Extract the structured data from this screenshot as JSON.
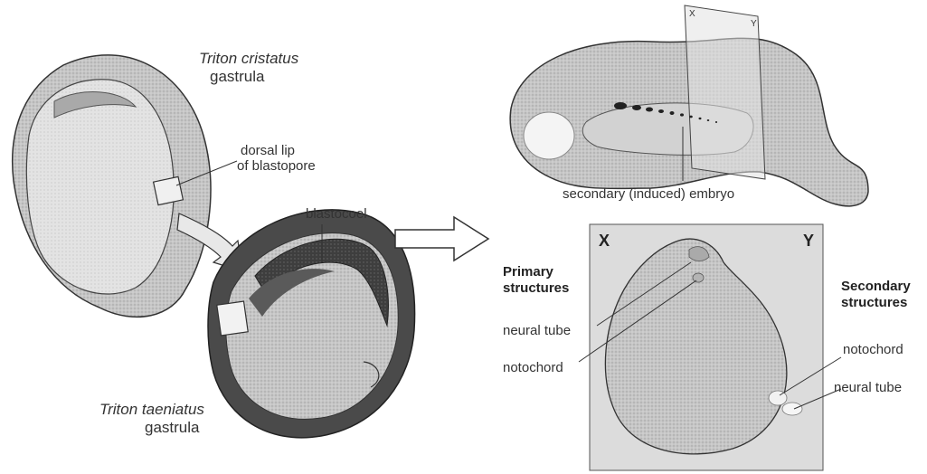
{
  "left_panel": {
    "top_gastrula": {
      "species": "Triton cristatus",
      "stage": "gastrula"
    },
    "graft_source_label": {
      "line1": "dorsal lip",
      "line2": "of blastopore"
    },
    "host_cavity_label": "blastocoel",
    "bottom_gastrula": {
      "species": "Triton taeniatus",
      "stage": "gastrula"
    }
  },
  "right_panel": {
    "embryo_label": "secondary (induced) embryo",
    "section_plane": {
      "left_letter": "X",
      "right_letter": "Y"
    },
    "cross_section": {
      "left_letter": "X",
      "right_letter": "Y",
      "primary": {
        "heading_line1": "Primary",
        "heading_line2": "structures",
        "neural_tube": "neural tube",
        "notochord": "notochord"
      },
      "secondary": {
        "heading_line1": "Secondary",
        "heading_line2": "structures",
        "notochord": "notochord",
        "neural_tube": "neural tube"
      }
    }
  },
  "colors": {
    "embryo_fill": "#c9c9c9",
    "dark_layer": "#3a3a3a",
    "outline": "#333333"
  }
}
